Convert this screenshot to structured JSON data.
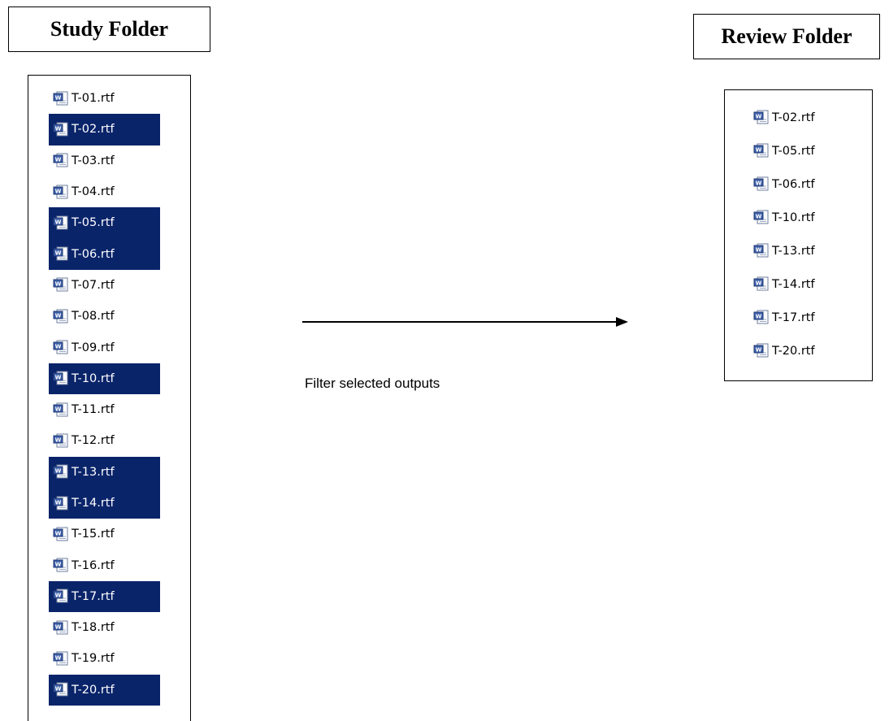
{
  "study_folder": {
    "title": "Study Folder",
    "files": [
      {
        "name": "T-01.rtf",
        "selected": false
      },
      {
        "name": "T-02.rtf",
        "selected": true
      },
      {
        "name": "T-03.rtf",
        "selected": false
      },
      {
        "name": "T-04.rtf",
        "selected": false
      },
      {
        "name": "T-05.rtf",
        "selected": true
      },
      {
        "name": "T-06.rtf",
        "selected": true
      },
      {
        "name": "T-07.rtf",
        "selected": false
      },
      {
        "name": "T-08.rtf",
        "selected": false
      },
      {
        "name": "T-09.rtf",
        "selected": false
      },
      {
        "name": "T-10.rtf",
        "selected": true
      },
      {
        "name": "T-11.rtf",
        "selected": false
      },
      {
        "name": "T-12.rtf",
        "selected": false
      },
      {
        "name": "T-13.rtf",
        "selected": true
      },
      {
        "name": "T-14.rtf",
        "selected": true
      },
      {
        "name": "T-15.rtf",
        "selected": false
      },
      {
        "name": "T-16.rtf",
        "selected": false
      },
      {
        "name": "T-17.rtf",
        "selected": true
      },
      {
        "name": "T-18.rtf",
        "selected": false
      },
      {
        "name": "T-19.rtf",
        "selected": false
      },
      {
        "name": "T-20.rtf",
        "selected": true
      }
    ]
  },
  "review_folder": {
    "title": "Review Folder",
    "files": [
      {
        "name": "T-02.rtf"
      },
      {
        "name": "T-05.rtf"
      },
      {
        "name": "T-06.rtf"
      },
      {
        "name": "T-10.rtf"
      },
      {
        "name": "T-13.rtf"
      },
      {
        "name": "T-14.rtf"
      },
      {
        "name": "T-17.rtf"
      },
      {
        "name": "T-20.rtf"
      }
    ]
  },
  "arrow": {
    "label": "Filter selected outputs"
  },
  "colors": {
    "selection_background": "#0a246a",
    "selection_text": "#ffffff",
    "word_icon_blue": "#3d5fa8"
  },
  "icons": {
    "file_icon": "word-document-icon"
  }
}
